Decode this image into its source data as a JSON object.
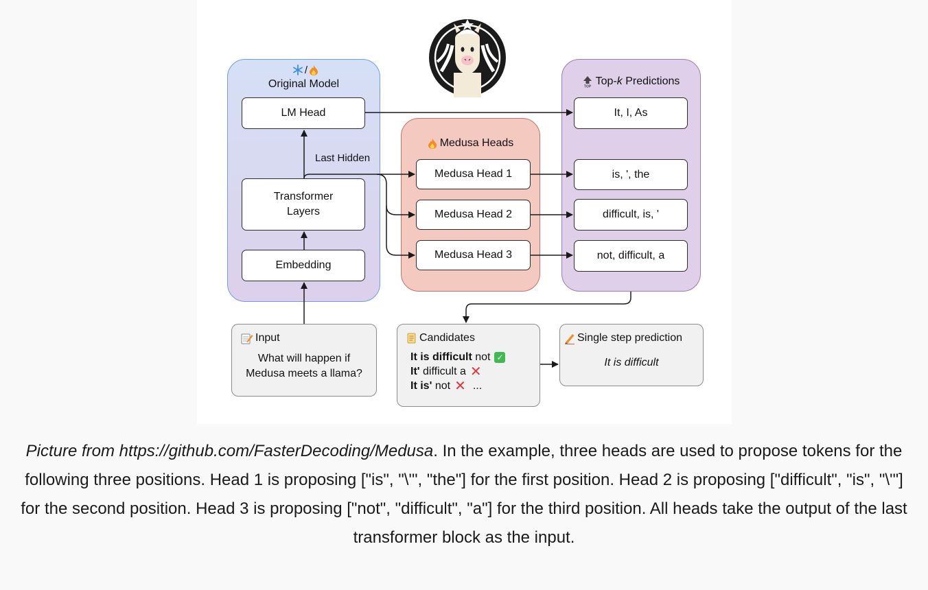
{
  "diagram": {
    "original_model": {
      "title": "Original Model",
      "mode_icons": "frozen-or-trainable",
      "lm_head": "LM Head",
      "transformer_layers": "Transformer\nLayers",
      "embedding": "Embedding",
      "last_hidden_label": "Last Hidden"
    },
    "medusa": {
      "title": "Medusa Heads",
      "heads": [
        "Medusa Head 1",
        "Medusa Head 2",
        "Medusa Head 3"
      ]
    },
    "topk": {
      "title_prefix": "Top-",
      "title_k": "k",
      "title_suffix": " Predictions",
      "lm_prediction": "It, I, As",
      "head_predictions": [
        "is, ', the",
        "difficult, is, '",
        "not, difficult, a"
      ]
    },
    "input": {
      "title": "Input",
      "text": "What will happen if\nMedusa meets a llama?"
    },
    "candidates": {
      "title": "Candidates",
      "lines": [
        {
          "bold": "It is difficult",
          "rest": " not",
          "status": "accepted"
        },
        {
          "bold": "It'",
          "rest": " difficult a",
          "status": "rejected"
        },
        {
          "bold": "It is'",
          "rest": " not",
          "status": "rejected",
          "more": "..."
        }
      ]
    },
    "single_step": {
      "title": "Single step prediction",
      "text": "It is difficult"
    },
    "colors": {
      "original_panel_border": "#6f9fd8",
      "medusa_panel_fill": "#f3c9c0",
      "medusa_panel_border": "#c4706a",
      "topk_panel_fill": "#dfcfe8",
      "topk_panel_border": "#9a7cb8",
      "card_fill": "#f1f1f1",
      "accept": "#3fb950",
      "reject": "#e0363b"
    }
  },
  "caption": {
    "italic": "Picture from https://github.com/FasterDecoding/Medusa",
    "text": ". In the example, three heads are used to propose tokens for the following three positions. Head 1 is proposing [\"is\", \"\\'\", \"the\"] for the first position. Head 2 is proposing [\"difficult\", \"is\", \"\\'\"] for the second position. Head 3 is proposing [\"not\", \"difficult\", \"a\"] for the third position. All heads take the output of the last transformer block as the input."
  }
}
